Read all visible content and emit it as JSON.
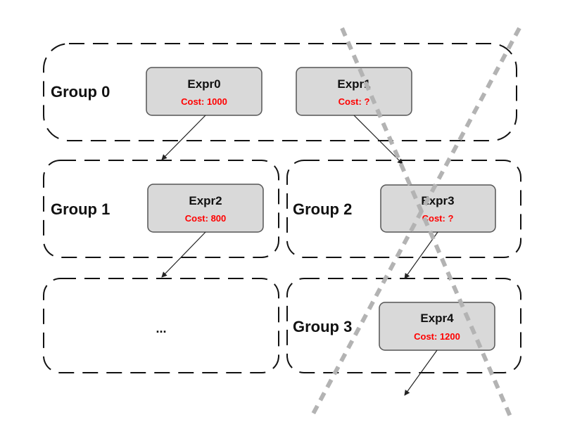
{
  "colors": {
    "cost_text": "#ff0000",
    "cross_out": "#b3b3b3"
  },
  "groups": [
    {
      "label": "Group 0"
    },
    {
      "label": "Group 1"
    },
    {
      "label": "Group 2"
    },
    {
      "label": "Group 3"
    }
  ],
  "placeholder_group": {
    "label": "..."
  },
  "exprs": [
    {
      "name": "Expr0",
      "cost": "Cost: 1000"
    },
    {
      "name": "Expr1",
      "cost": "Cost: ?"
    },
    {
      "name": "Expr2",
      "cost": "Cost: 800"
    },
    {
      "name": "Expr3",
      "cost": "Cost: ?"
    },
    {
      "name": "Expr4",
      "cost": "Cost: 1200"
    }
  ]
}
